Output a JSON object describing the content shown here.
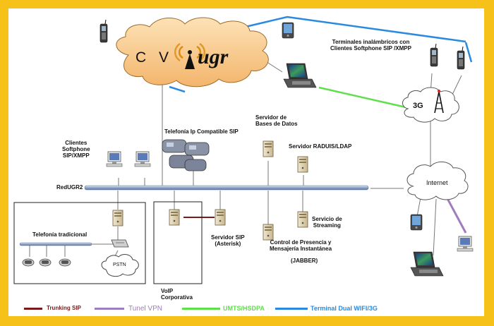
{
  "colors": {
    "frame": "#f6c21a",
    "trunking": "#7a1a1a",
    "tunel": "#a07cc0",
    "umts": "#5de04a",
    "wifi3g": "#2a8ae0",
    "backbone": "#8fa6c8",
    "cloud": "#f7c98a"
  },
  "cloud": {
    "brand_left": "C V",
    "brand_right": "ugr"
  },
  "labels": {
    "terminales": "Terminales inalámbricos con\nClientes Softphone SIP /XMPP",
    "net3g": "3G",
    "servidor_bd": "Servidor de\nBases de Datos",
    "telefonia_ip": "Telefonía Ip Compatible SIP",
    "servidor_radius": "Servidor RADUIS/LDAP",
    "clientes_softphone": "Clientes\nSoftphone\nSIP/XMPP",
    "redugr2": "RedUGR2",
    "internet": "Internet",
    "servicio_streaming": "Servicio de\nStreaming",
    "servidor_sip": "Servidor SIP\n(Asterisk)",
    "control_presencia": "Control de Presencia y\nMensajería Instantánea",
    "jabber": "(JABBER)",
    "telefonia_tradicional": "Telefonía tradicional",
    "pstn": "PSTN",
    "voip": "VoIP\nCorporativa"
  },
  "legend": [
    {
      "label": "Trunking SIP",
      "color": "#7a1a1a"
    },
    {
      "label": "Tunel VPN",
      "color": "#a07cc0"
    },
    {
      "label": "UMTS/HSDPA",
      "color": "#5de04a"
    },
    {
      "label": "Terminal Dual WIFI/3G",
      "color": "#2a8ae0"
    }
  ]
}
